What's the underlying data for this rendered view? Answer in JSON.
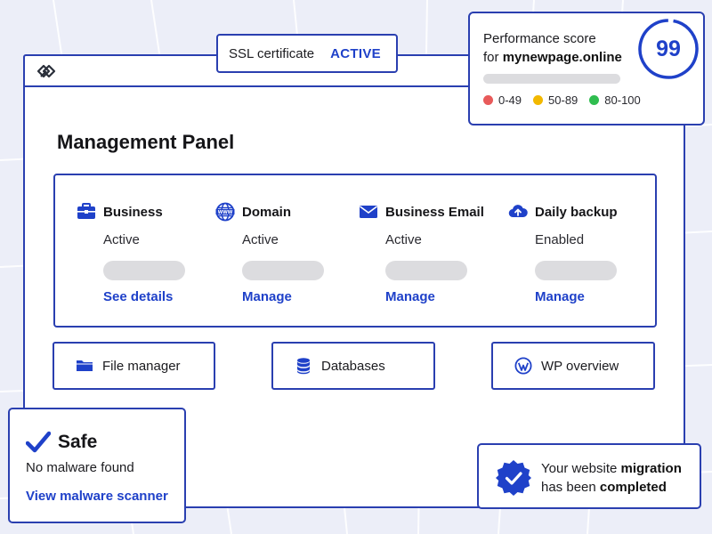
{
  "ssl": {
    "label": "SSL certificate",
    "status": "ACTIVE"
  },
  "performance": {
    "line1": "Performance score",
    "line2_prefix": "for ",
    "domain": "mynewpage.online",
    "score": "99",
    "legend": [
      {
        "label": "0-49",
        "color": "#e85a5a"
      },
      {
        "label": "50-89",
        "color": "#f2b800"
      },
      {
        "label": "80-100",
        "color": "#2fbd4f"
      }
    ]
  },
  "main": {
    "title": "Management Panel",
    "services": [
      {
        "title": "Business",
        "status": "Active",
        "link": "See details",
        "icon": "briefcase-icon"
      },
      {
        "title": "Domain",
        "status": "Active",
        "link": "Manage",
        "icon": "www-globe-icon"
      },
      {
        "title": "Business Email",
        "status": "Active",
        "link": "Manage",
        "icon": "envelope-icon"
      },
      {
        "title": "Daily backup",
        "status": "Enabled",
        "link": "Manage",
        "icon": "cloud-upload-icon"
      }
    ],
    "quick_actions": [
      {
        "label": "File manager",
        "icon": "folder-icon"
      },
      {
        "label": "Databases",
        "icon": "database-icon"
      },
      {
        "label": "WP overview",
        "icon": "wordpress-icon"
      }
    ]
  },
  "safe": {
    "title": "Safe",
    "subtitle": "No malware found",
    "link": "View malware scanner"
  },
  "migration": {
    "part1": "Your website ",
    "bold1": "migration",
    "part2": "has been ",
    "bold2": "completed"
  },
  "colors": {
    "accent": "#1f41c9",
    "border": "#2a3fb0",
    "background": "#eceef8",
    "placeholder": "#dcdcdf"
  }
}
